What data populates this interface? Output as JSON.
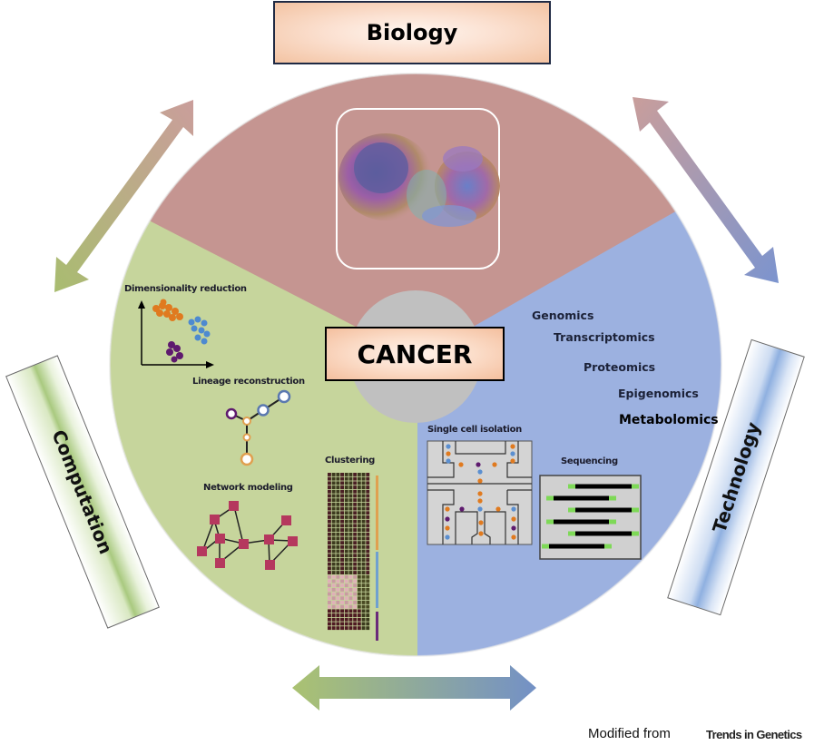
{
  "title": "CANCER",
  "domains": {
    "biology": "Biology",
    "computation": "Computation",
    "technology": "Technology"
  },
  "colors": {
    "biology_sector": "#c59591",
    "computation_sector": "#c6d59c",
    "technology_sector": "#9cb1e0",
    "center_circle": "#c0c0c0",
    "box_fill": "#f7cdb2",
    "network_node": "#b5385e",
    "sequencing_tip": "#7ed957"
  },
  "computation_panel": {
    "dimensionality_reduction": "Dimensionality reduction",
    "lineage_reconstruction": "Lineage reconstruction",
    "network_modeling": "Network modeling",
    "clustering": "Clustering"
  },
  "technology_panel": {
    "omics": [
      "Genomics",
      "Transcriptomics",
      "Proteomics",
      "Epigenomics",
      "Metabolomics"
    ],
    "single_cell_isolation": "Single cell isolation",
    "sequencing": "Sequencing"
  },
  "biology_panel": {
    "image": "cancer-cell-micrograph"
  },
  "footer": {
    "modified_from": "Modified from",
    "source": "Trends in Genetics"
  }
}
